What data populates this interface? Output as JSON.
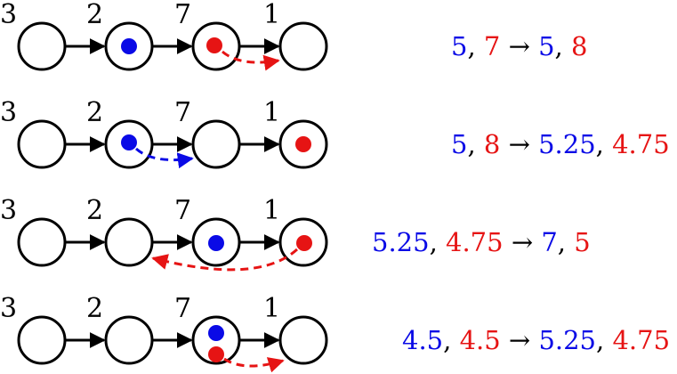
{
  "colors": {
    "blue": "#0a0ae6",
    "red": "#e61414",
    "node": "#000000"
  },
  "weights": [
    "3",
    "2",
    "7",
    "1"
  ],
  "rows": [
    {
      "blue_node": 1,
      "red_node": 2,
      "move": {
        "color": "red",
        "from": 2,
        "to": 3,
        "style": "short"
      },
      "equation": {
        "before_blue": "5",
        "before_red": "7",
        "arrow": "→",
        "after_blue": "5",
        "after_red": "8"
      }
    },
    {
      "blue_node": 1,
      "red_node": 3,
      "move": {
        "color": "blue",
        "from": 1,
        "to": 2,
        "style": "short"
      },
      "equation": {
        "before_blue": "5",
        "before_red": "8",
        "arrow": "→",
        "after_blue": "5.25",
        "after_red": "4.75"
      }
    },
    {
      "blue_node": 2,
      "red_node": 3,
      "move": {
        "color": "red",
        "from": 3,
        "to": 1,
        "style": "long-back"
      },
      "equation": {
        "before_blue": "5.25",
        "before_red": "4.75",
        "arrow": "→",
        "after_blue": "7",
        "after_red": "5"
      }
    },
    {
      "blue_node": 2,
      "red_node": 2,
      "move": {
        "color": "red",
        "from": 2,
        "to": 3,
        "style": "short"
      },
      "equation": {
        "before_blue": "4.5",
        "before_red": "4.5",
        "arrow": "→",
        "after_blue": "5.25",
        "after_red": "4.75"
      }
    }
  ]
}
